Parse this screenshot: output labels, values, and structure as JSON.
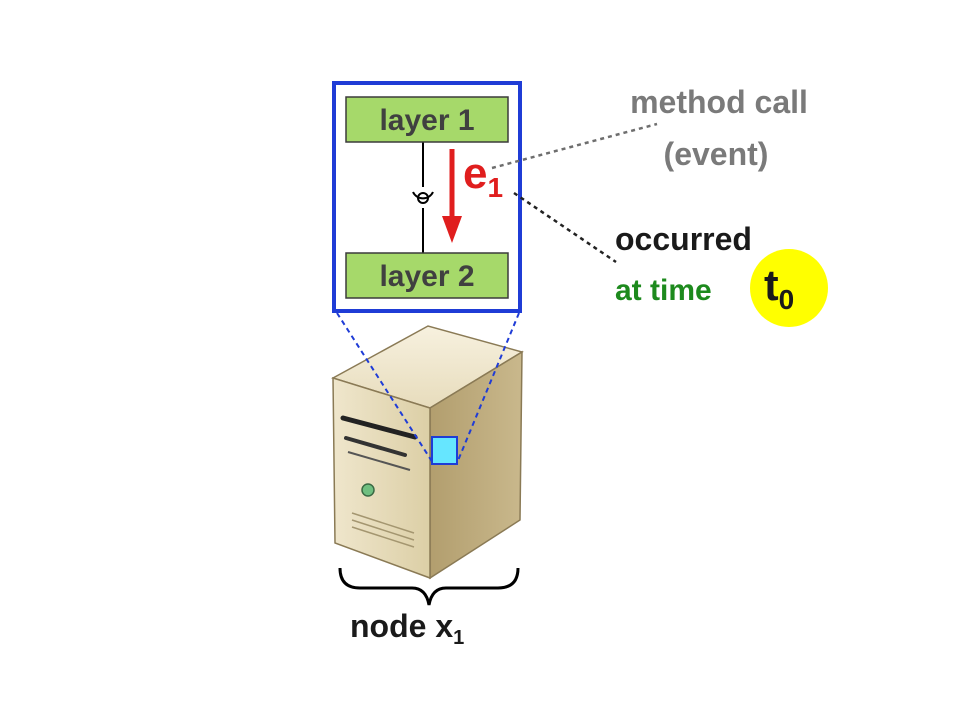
{
  "layers": {
    "top": "layer 1",
    "bottom": "layer 2"
  },
  "event": {
    "symbol": "e",
    "subscript": "1"
  },
  "annotations": {
    "method_call_line1": "method call",
    "method_call_line2": "(event)",
    "occurred": "occurred",
    "at_time": "at time",
    "time_symbol": "t",
    "time_subscript": "0"
  },
  "node": {
    "label": "node x",
    "subscript": "1"
  },
  "colors": {
    "frame": "#1f3cd6",
    "layer_fill": "#a6d96a",
    "event_arrow": "#e01e1e",
    "time_badge": "#ffff00",
    "green_text": "#1d8a1d",
    "gray_text": "#7a7a7a",
    "chip": "#66e6ff"
  }
}
